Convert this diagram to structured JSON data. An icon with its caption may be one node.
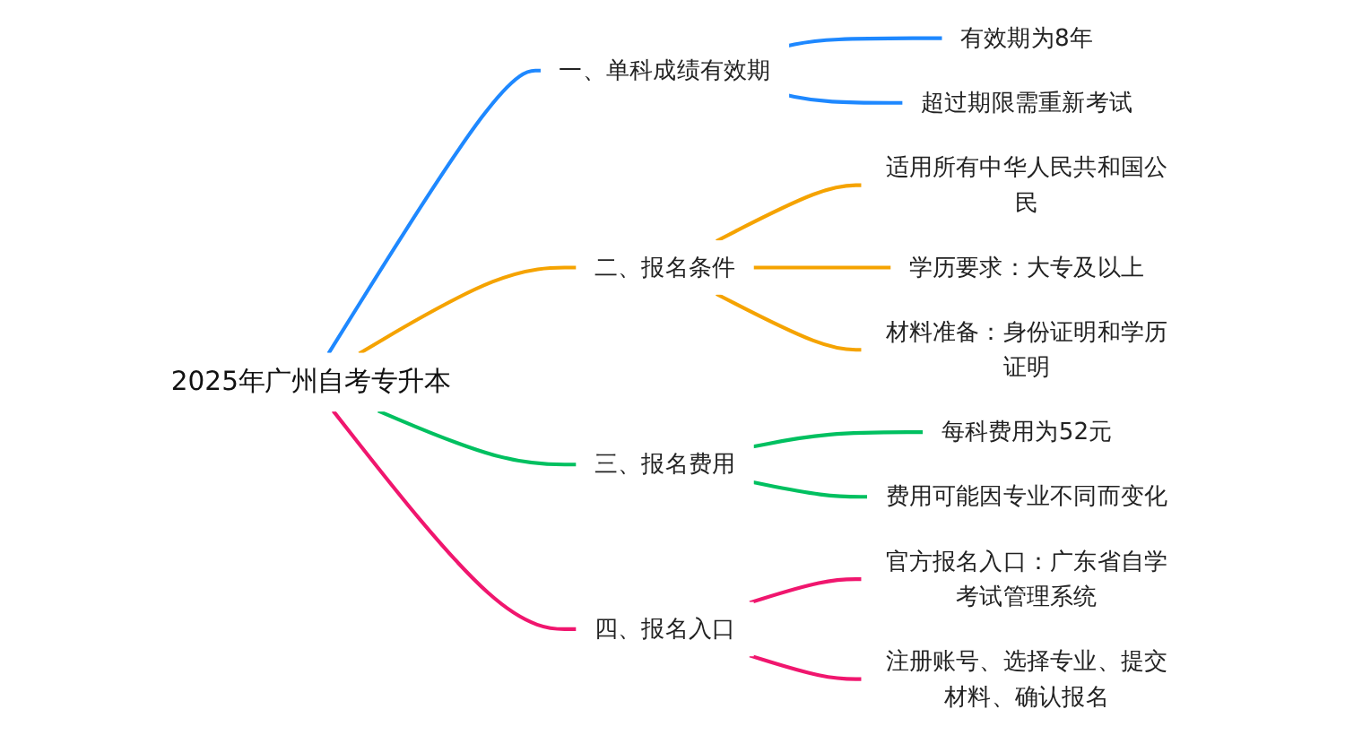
{
  "diagram": {
    "nodes": [
      {
        "text": [
          "2025年广州自考专升本"
        ]
      },
      {
        "text": [
          "一、单科成绩有效期"
        ]
      },
      {
        "text": [
          "有效期为8年"
        ]
      },
      {
        "text": [
          "超过期限需重新考试"
        ]
      },
      {
        "text": [
          "二、报名条件"
        ]
      },
      {
        "text": [
          "适用所有中华人民共和国公民"
        ]
      },
      {
        "text": [
          "学历要求：大专及以上"
        ]
      },
      {
        "text": [
          "材料准备：身份证明和学历证明"
        ]
      },
      {
        "text": [
          "三、报名费用"
        ]
      },
      {
        "text": [
          "每科费用为52元"
        ]
      },
      {
        "text": [
          "费用可能因专业不同而变化"
        ]
      },
      {
        "text": [
          "四、报名入口"
        ]
      },
      {
        "text": [
          "官方报名入口：广东省自学考试管理系统"
        ]
      },
      {
        "text": [
          "注册账号、选择专业、提交材料、确认报名"
        ]
      }
    ],
    "edges": [
      {
        "from": 0,
        "to": 1,
        "arrow": "none",
        "color": "#1e88ff"
      },
      {
        "from": 1,
        "to": 2,
        "arrow": "none",
        "color": "#1e88ff"
      },
      {
        "from": 1,
        "to": 3,
        "arrow": "none",
        "color": "#1e88ff"
      },
      {
        "from": 0,
        "to": 4,
        "arrow": "none",
        "color": "#f5a300"
      },
      {
        "from": 4,
        "to": 5,
        "arrow": "none",
        "color": "#f5a300"
      },
      {
        "from": 4,
        "to": 6,
        "arrow": "none",
        "color": "#f5a300"
      },
      {
        "from": 4,
        "to": 7,
        "arrow": "none",
        "color": "#f5a300"
      },
      {
        "from": 0,
        "to": 8,
        "arrow": "none",
        "color": "#00c060"
      },
      {
        "from": 8,
        "to": 9,
        "arrow": "none",
        "color": "#00c060"
      },
      {
        "from": 8,
        "to": 10,
        "arrow": "none",
        "color": "#00c060"
      },
      {
        "from": 0,
        "to": 11,
        "arrow": "none",
        "color": "#f0166e"
      },
      {
        "from": 11,
        "to": 12,
        "arrow": "none",
        "color": "#f0166e"
      },
      {
        "from": 11,
        "to": 13,
        "arrow": "none",
        "color": "#f0166e"
      }
    ]
  }
}
